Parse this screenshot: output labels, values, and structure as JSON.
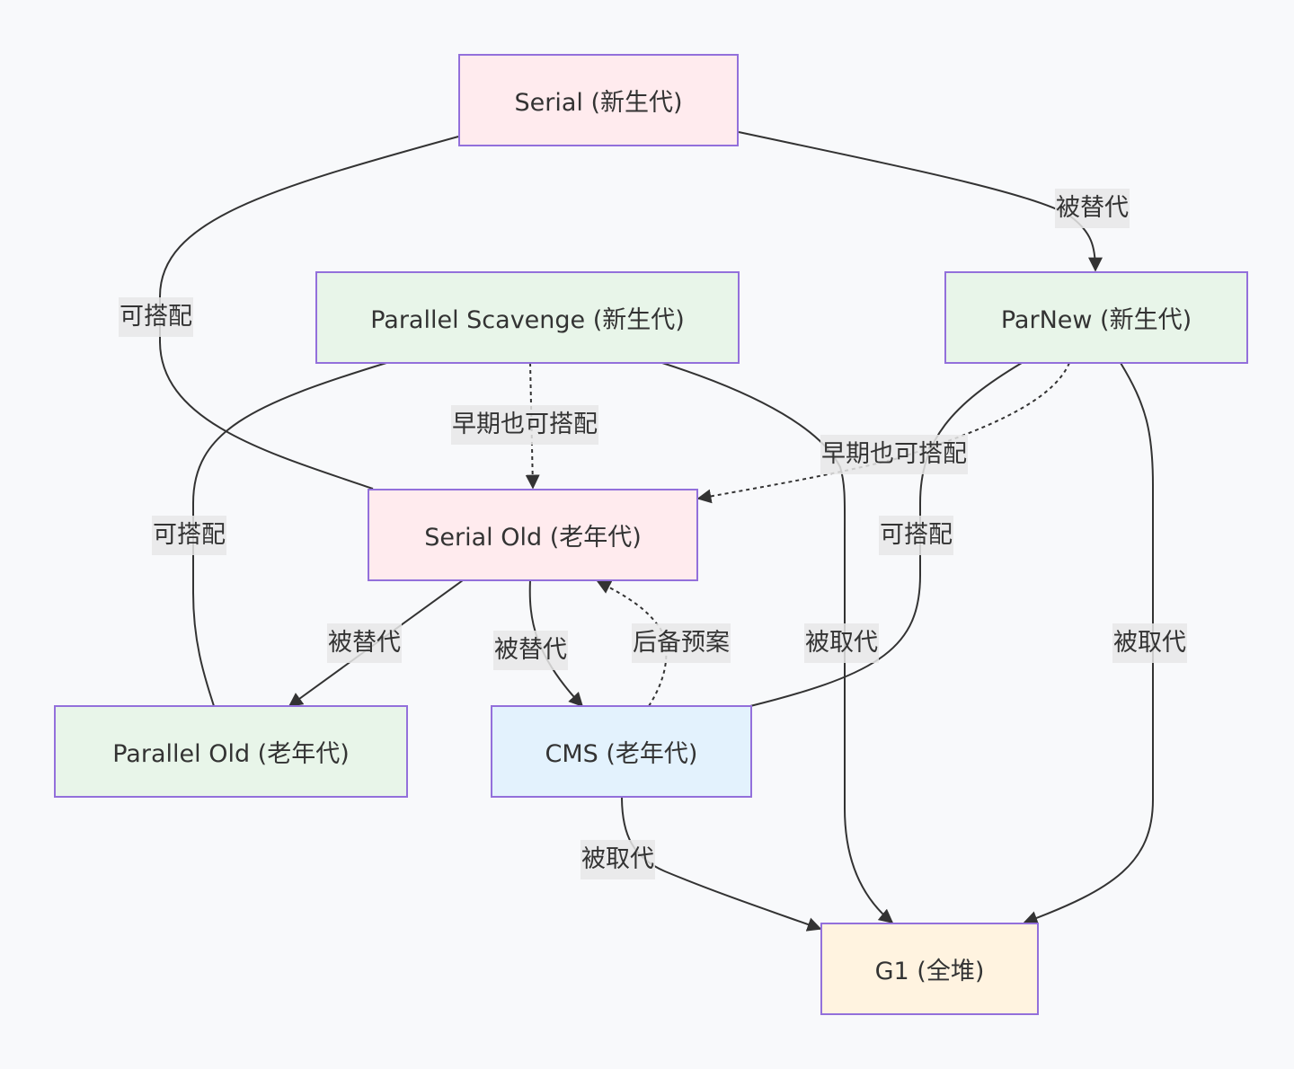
{
  "diagram": {
    "type": "flowchart",
    "colors": {
      "node_border": "#9370db",
      "young_serial_fill": "#ffebee",
      "young_parallel_fill": "#e8f5e9",
      "cms_fill": "#e3f2fd",
      "g1_fill": "#fff3e0",
      "edge": "#333333",
      "edge_label_bg": "#e8e8e8",
      "background": "#f8f9fb"
    },
    "nodes": {
      "serial": {
        "label": "Serial (新生代)"
      },
      "parallel_scavenge": {
        "label": "Parallel Scavenge (新生代)"
      },
      "parnew": {
        "label": "ParNew (新生代)"
      },
      "serial_old": {
        "label": "Serial Old (老年代)"
      },
      "parallel_old": {
        "label": "Parallel Old (老年代)"
      },
      "cms": {
        "label": "CMS (老年代)"
      },
      "g1": {
        "label": "G1 (全堆)"
      }
    },
    "edges": [
      {
        "from": "Serial (新生代)",
        "to": "Serial Old (老年代)",
        "label": "可搭配",
        "style": "solid",
        "arrow": false
      },
      {
        "from": "Serial (新生代)",
        "to": "ParNew (新生代)",
        "label": "被替代",
        "style": "solid",
        "arrow": true
      },
      {
        "from": "Parallel Scavenge (新生代)",
        "to": "Parallel Old (老年代)",
        "label": "可搭配",
        "style": "solid",
        "arrow": false
      },
      {
        "from": "Parallel Scavenge (新生代)",
        "to": "Serial Old (老年代)",
        "label": "早期也可搭配",
        "style": "dotted",
        "arrow": true
      },
      {
        "from": "Parallel Scavenge (新生代)",
        "to": "G1 (全堆)",
        "label": "被取代",
        "style": "solid",
        "arrow": true
      },
      {
        "from": "ParNew (新生代)",
        "to": "CMS (老年代)",
        "label": "可搭配",
        "style": "solid",
        "arrow": false
      },
      {
        "from": "ParNew (新生代)",
        "to": "Serial Old (老年代)",
        "label": "早期也可搭配",
        "style": "dotted",
        "arrow": true
      },
      {
        "from": "ParNew (新生代)",
        "to": "G1 (全堆)",
        "label": "被取代",
        "style": "solid",
        "arrow": true
      },
      {
        "from": "Serial Old (老年代)",
        "to": "Parallel Old (老年代)",
        "label": "被替代",
        "style": "solid",
        "arrow": true
      },
      {
        "from": "Serial Old (老年代)",
        "to": "CMS (老年代)",
        "label": "被替代",
        "style": "solid",
        "arrow": true
      },
      {
        "from": "CMS (老年代)",
        "to": "Serial Old (老年代)",
        "label": "后备预案",
        "style": "dotted",
        "arrow": true
      },
      {
        "from": "CMS (老年代)",
        "to": "G1 (全堆)",
        "label": "被取代",
        "style": "solid",
        "arrow": true
      }
    ]
  }
}
